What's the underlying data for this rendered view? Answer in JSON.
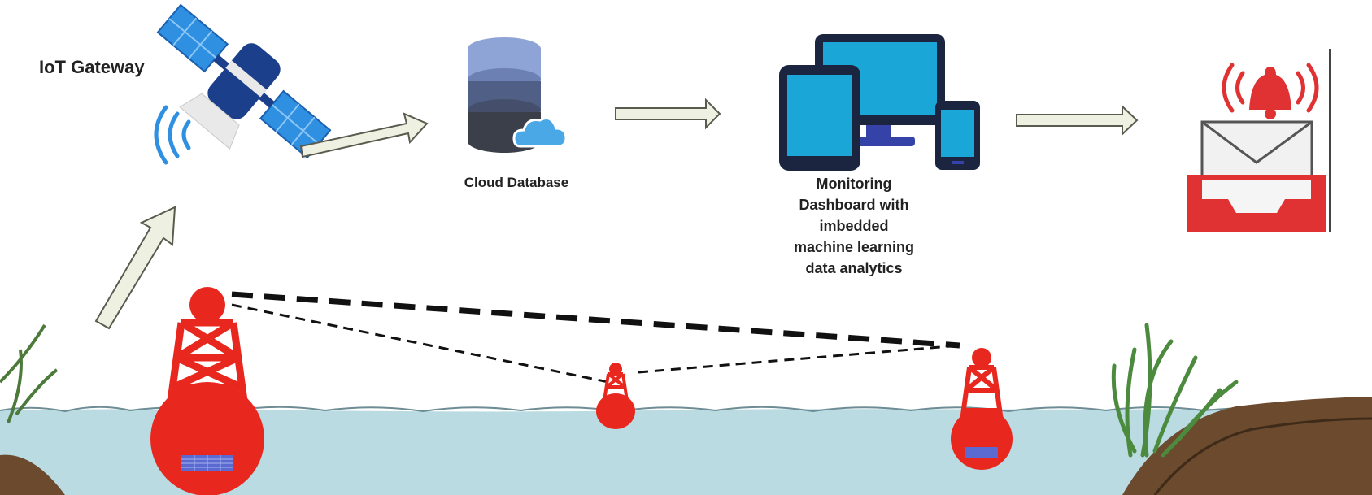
{
  "labels": {
    "iot_gateway": "IoT Gateway",
    "cloud_database": "Cloud Database",
    "monitoring_dashboard": [
      "Monitoring",
      "Dashboard with",
      "imbedded",
      "machine learning",
      "data analytics"
    ]
  },
  "colors": {
    "buoy": "#e8281e",
    "satellite_panel": "#2f8fe0",
    "satellite_body": "#1b3f8a",
    "database_top": "#8fa4d6",
    "database_mid": "#4f5f86",
    "database_bottom": "#3a3f4a",
    "device_screen": "#1aa7d8",
    "device_frame": "#1c2540",
    "device_stand": "#3543a8",
    "arrow_fill": "#eef0e2",
    "arrow_stroke": "#5a5a4e",
    "water": "#b9dbe1",
    "soil": "#6b4a2e",
    "alert_red": "#e03232",
    "envelope": "#f1f1f1"
  },
  "icons": [
    "satellite-icon",
    "database-icon",
    "cloud-icon",
    "devices-icon",
    "alert-bell-icon",
    "envelope-icon",
    "inbox-tray-icon",
    "buoy-icon"
  ]
}
